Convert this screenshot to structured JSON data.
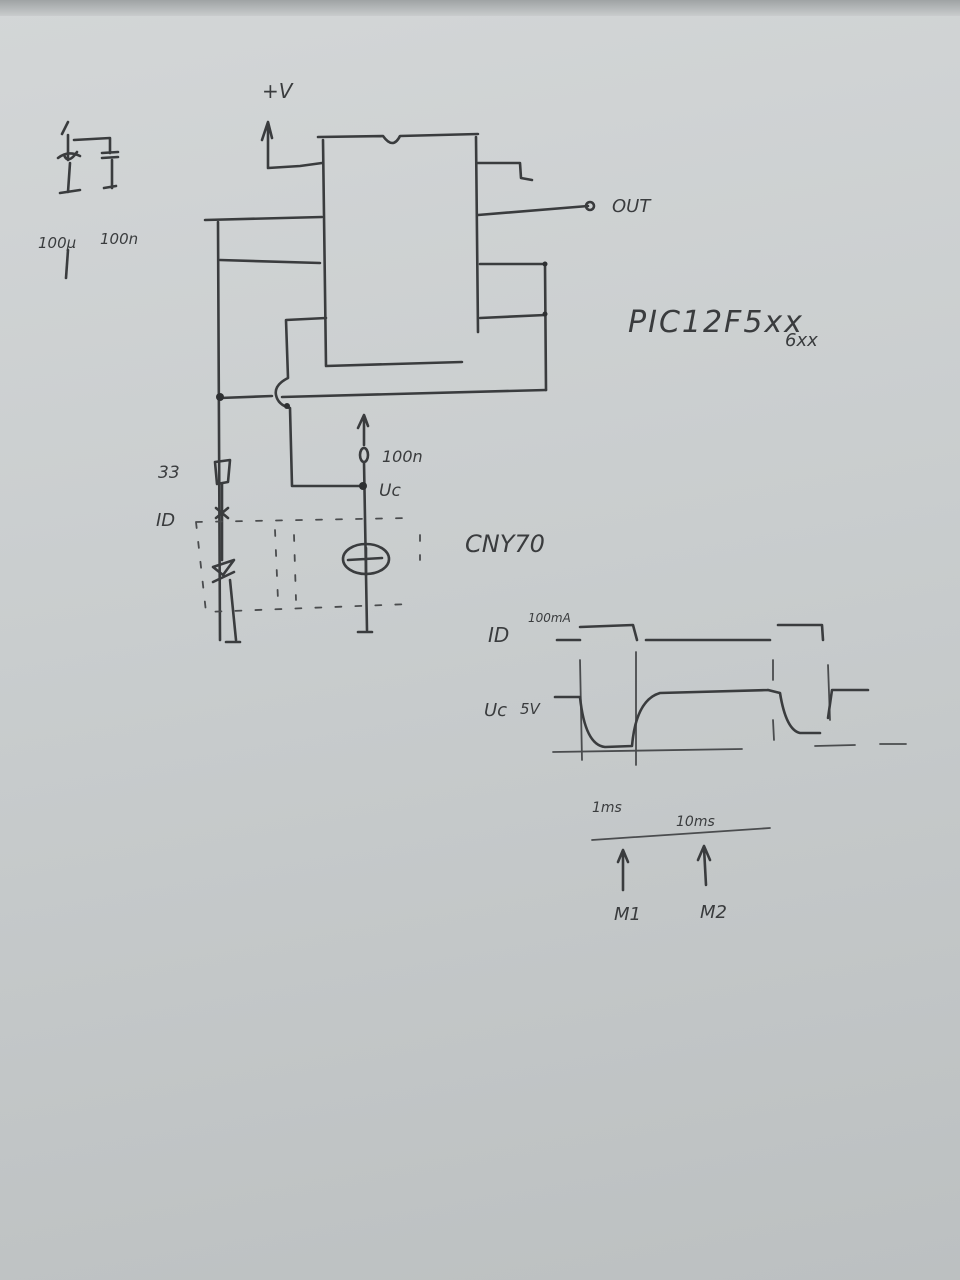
{
  "schematic": {
    "supply_label": "+V",
    "capacitor_labels": [
      "100µ",
      "100n"
    ],
    "output_label": "OUT",
    "chip_label": "PIC12F5xx",
    "chip_variant_label": "6xx",
    "resistor_label": "33",
    "led_current_label": "ID",
    "collector_cap_label": "100n",
    "collector_node_label": "Uc",
    "sensor_label": "CNY70"
  },
  "timing": {
    "current_label": "ID",
    "current_value": "100mA",
    "voltage_label": "Uc",
    "voltage_value": "5V",
    "pulse_width": "1ms",
    "period": "10ms",
    "markers": [
      "M1",
      "M2"
    ]
  }
}
